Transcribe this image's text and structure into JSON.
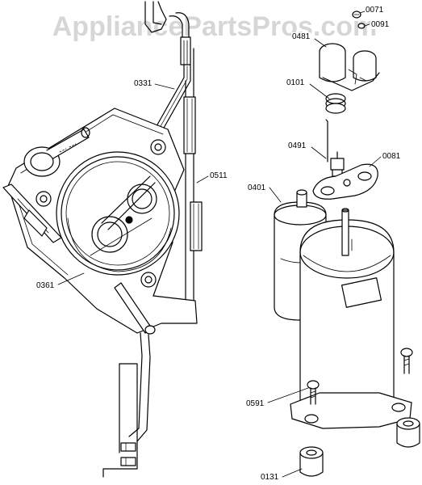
{
  "watermark": "AppliancePartsPros.com",
  "callouts": {
    "c0071": "0071",
    "c0091": "0091",
    "c0481": "0481",
    "c0101": "0101",
    "c0331": "0331",
    "c0511": "0511",
    "c0491": "0491",
    "c0081": "0081",
    "c0401": "0401",
    "c0361": "0361",
    "c0591": "0591",
    "c0131": "0131"
  }
}
